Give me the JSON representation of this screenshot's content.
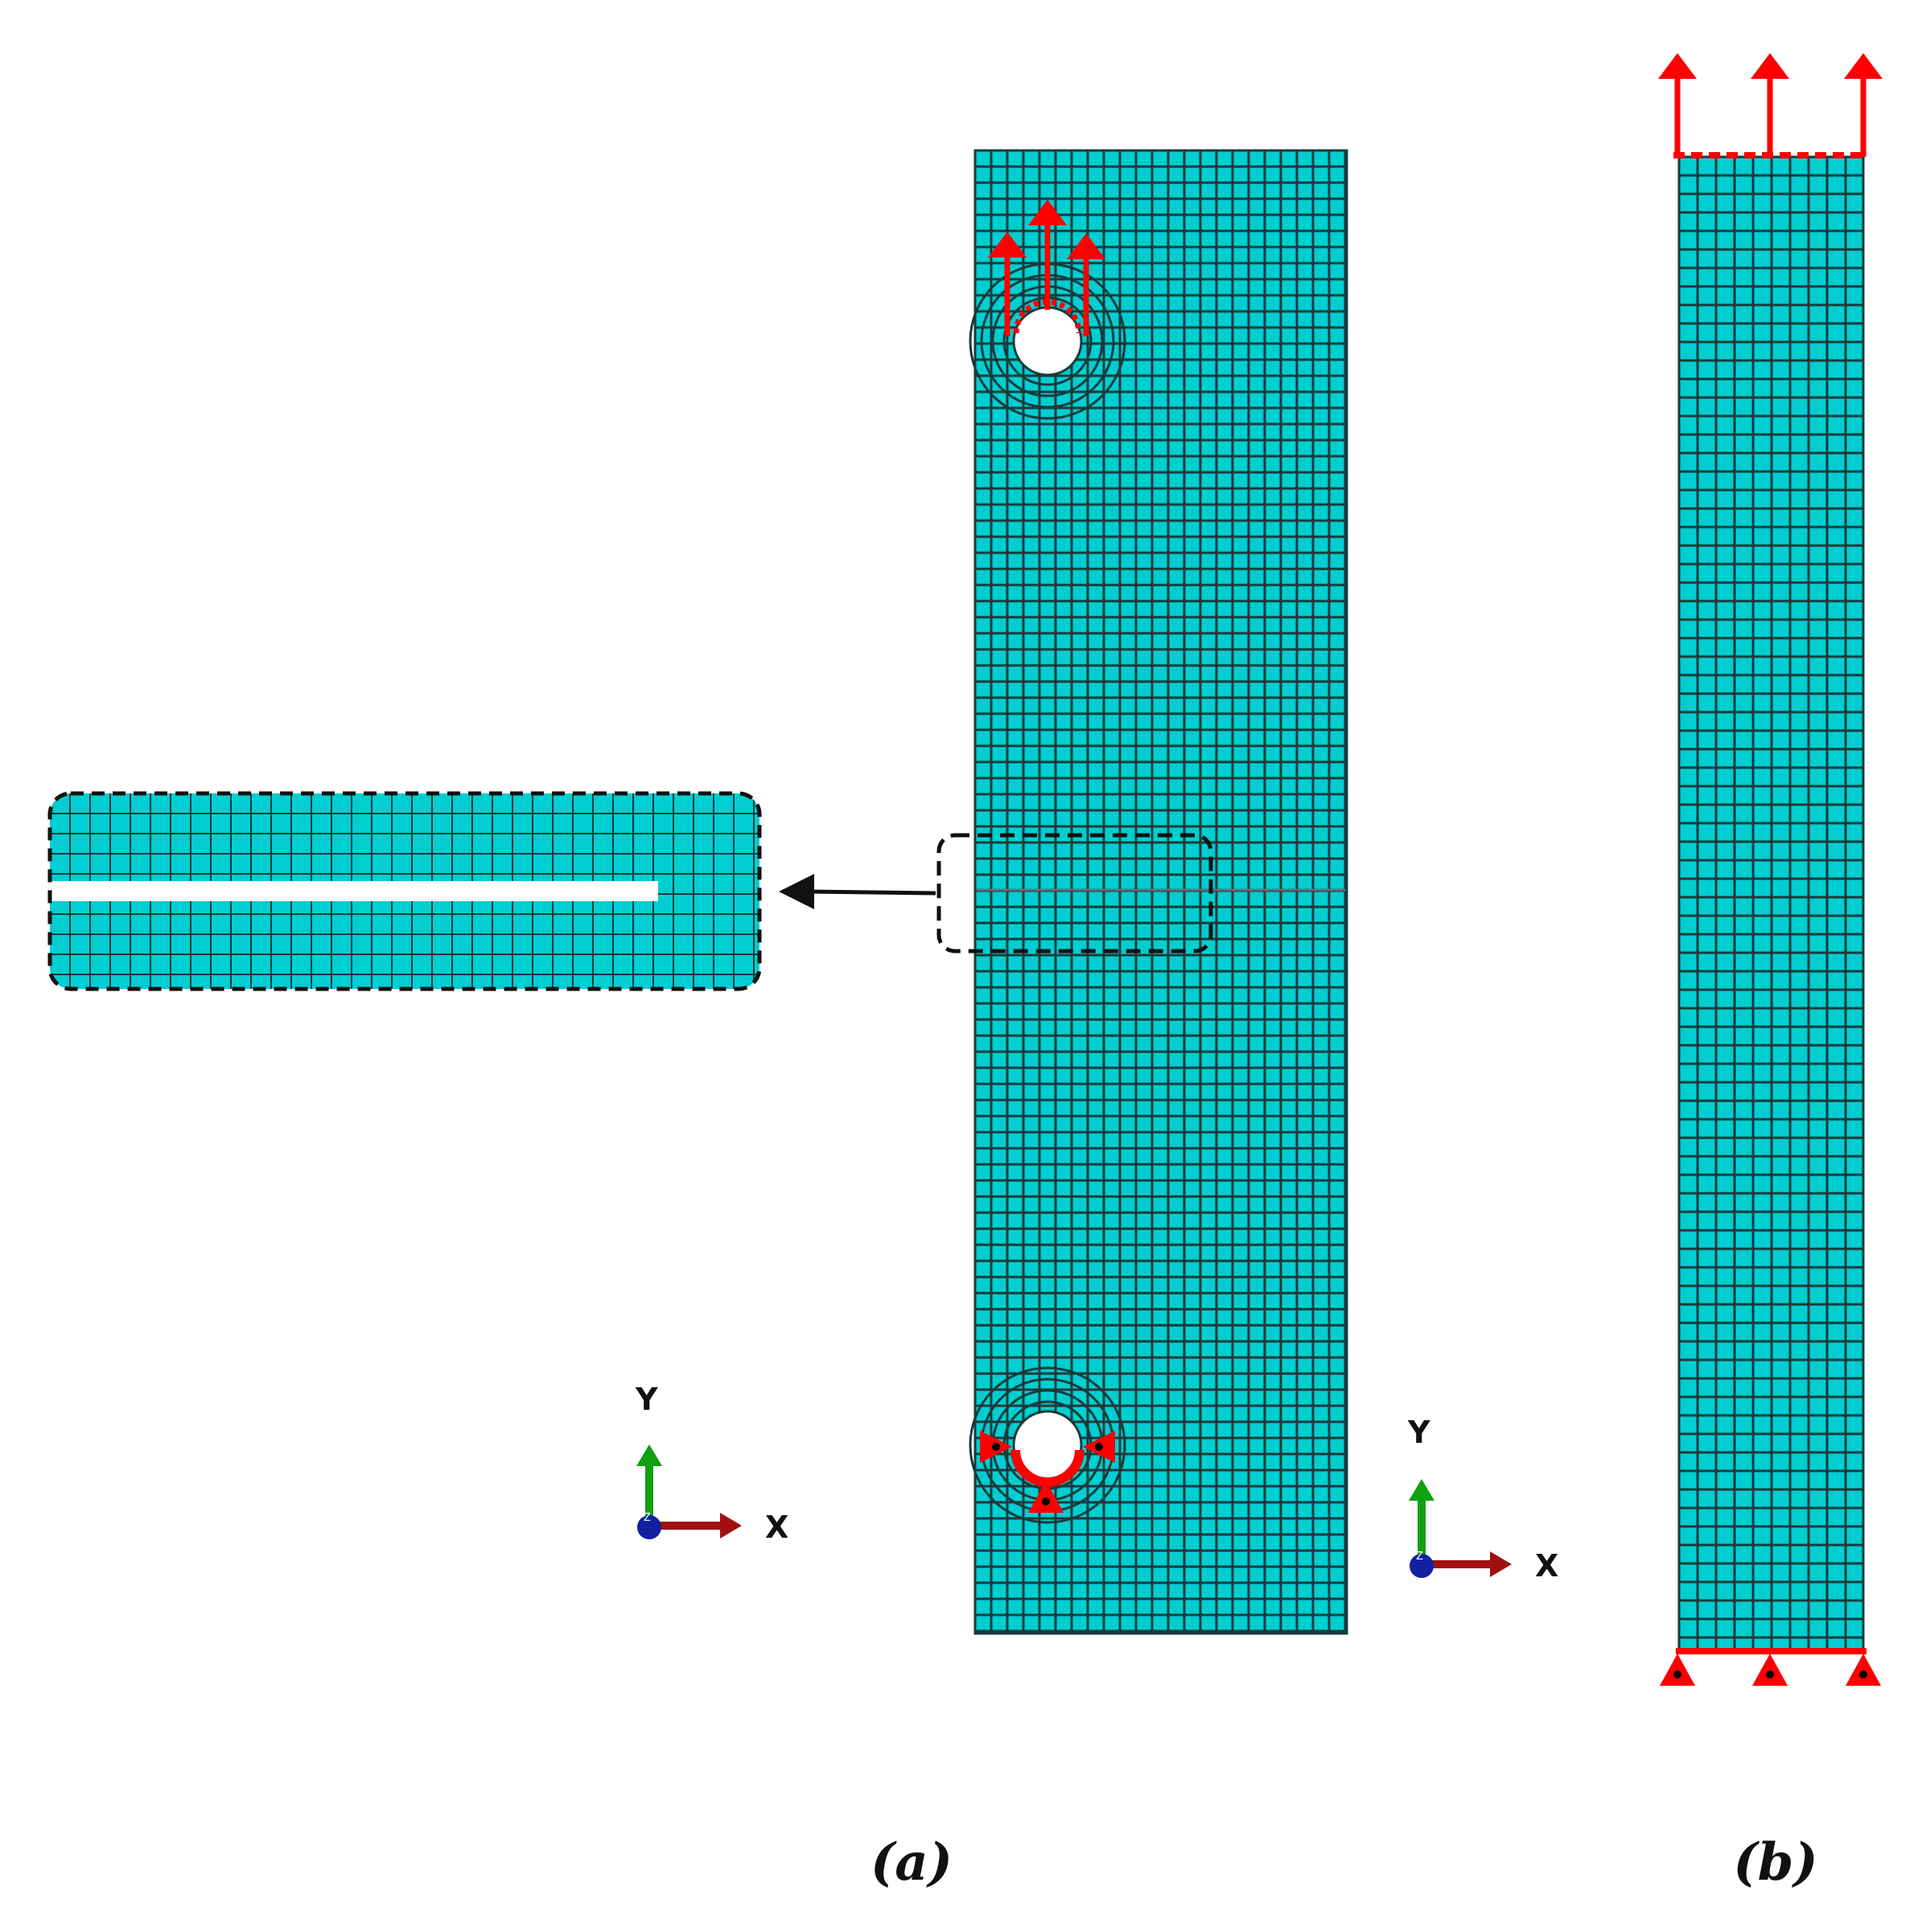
{
  "panels": {
    "a": {
      "label": "(a)"
    },
    "b": {
      "label": "(b)"
    }
  },
  "triads": [
    {
      "y_label": "Y",
      "x_label": "X"
    },
    {
      "y_label": "Y",
      "x_label": "X"
    }
  ],
  "colors": {
    "mesh_fill": "#00CED1",
    "mesh_line": "#1a3a3a",
    "load": "#ff0000",
    "axis_x": "#a01010",
    "axis_y": "#10a010",
    "axis_z": "#1020a0",
    "callout": "#111111"
  },
  "icons": {
    "load_arrow": "red-up-arrow-icon",
    "support": "red-triangle-support-icon",
    "triad": "xyz-triad-icon"
  }
}
